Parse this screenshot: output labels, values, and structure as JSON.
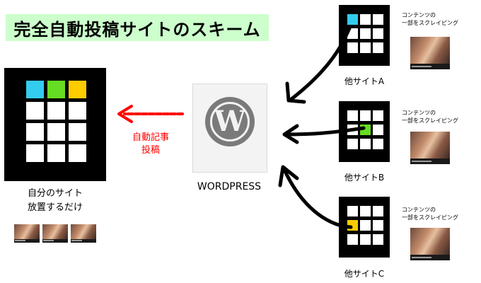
{
  "title": "完全自動投稿サイトのスキーム",
  "my_site": {
    "label_line1": "自分のサイト",
    "label_line2": "放置するだけ",
    "colored_cells": [
      "#33ccee",
      "#66dd22",
      "#ffcc00"
    ]
  },
  "wordpress": {
    "label": "WORDPRESS",
    "logo_letter": "W"
  },
  "auto_post": {
    "line1": "自動記事",
    "line2": "投稿"
  },
  "other_sites": [
    {
      "label": "他サイトA",
      "note_line1": "コンテンツの",
      "note_line2": "一部をスクレイピング",
      "highlight_color": "#33ccee"
    },
    {
      "label": "他サイトB",
      "note_line1": "コンテンツの",
      "note_line2": "一部をスクレイピング",
      "highlight_color": "#66dd22"
    },
    {
      "label": "他サイトC",
      "note_line1": "コンテンツの",
      "note_line2": "一部をスクレイピング",
      "highlight_color": "#ffcc00"
    }
  ],
  "colors": {
    "arrow_red": "#ff0000",
    "arrow_black": "#000000",
    "title_bg": "#ccffcc"
  }
}
